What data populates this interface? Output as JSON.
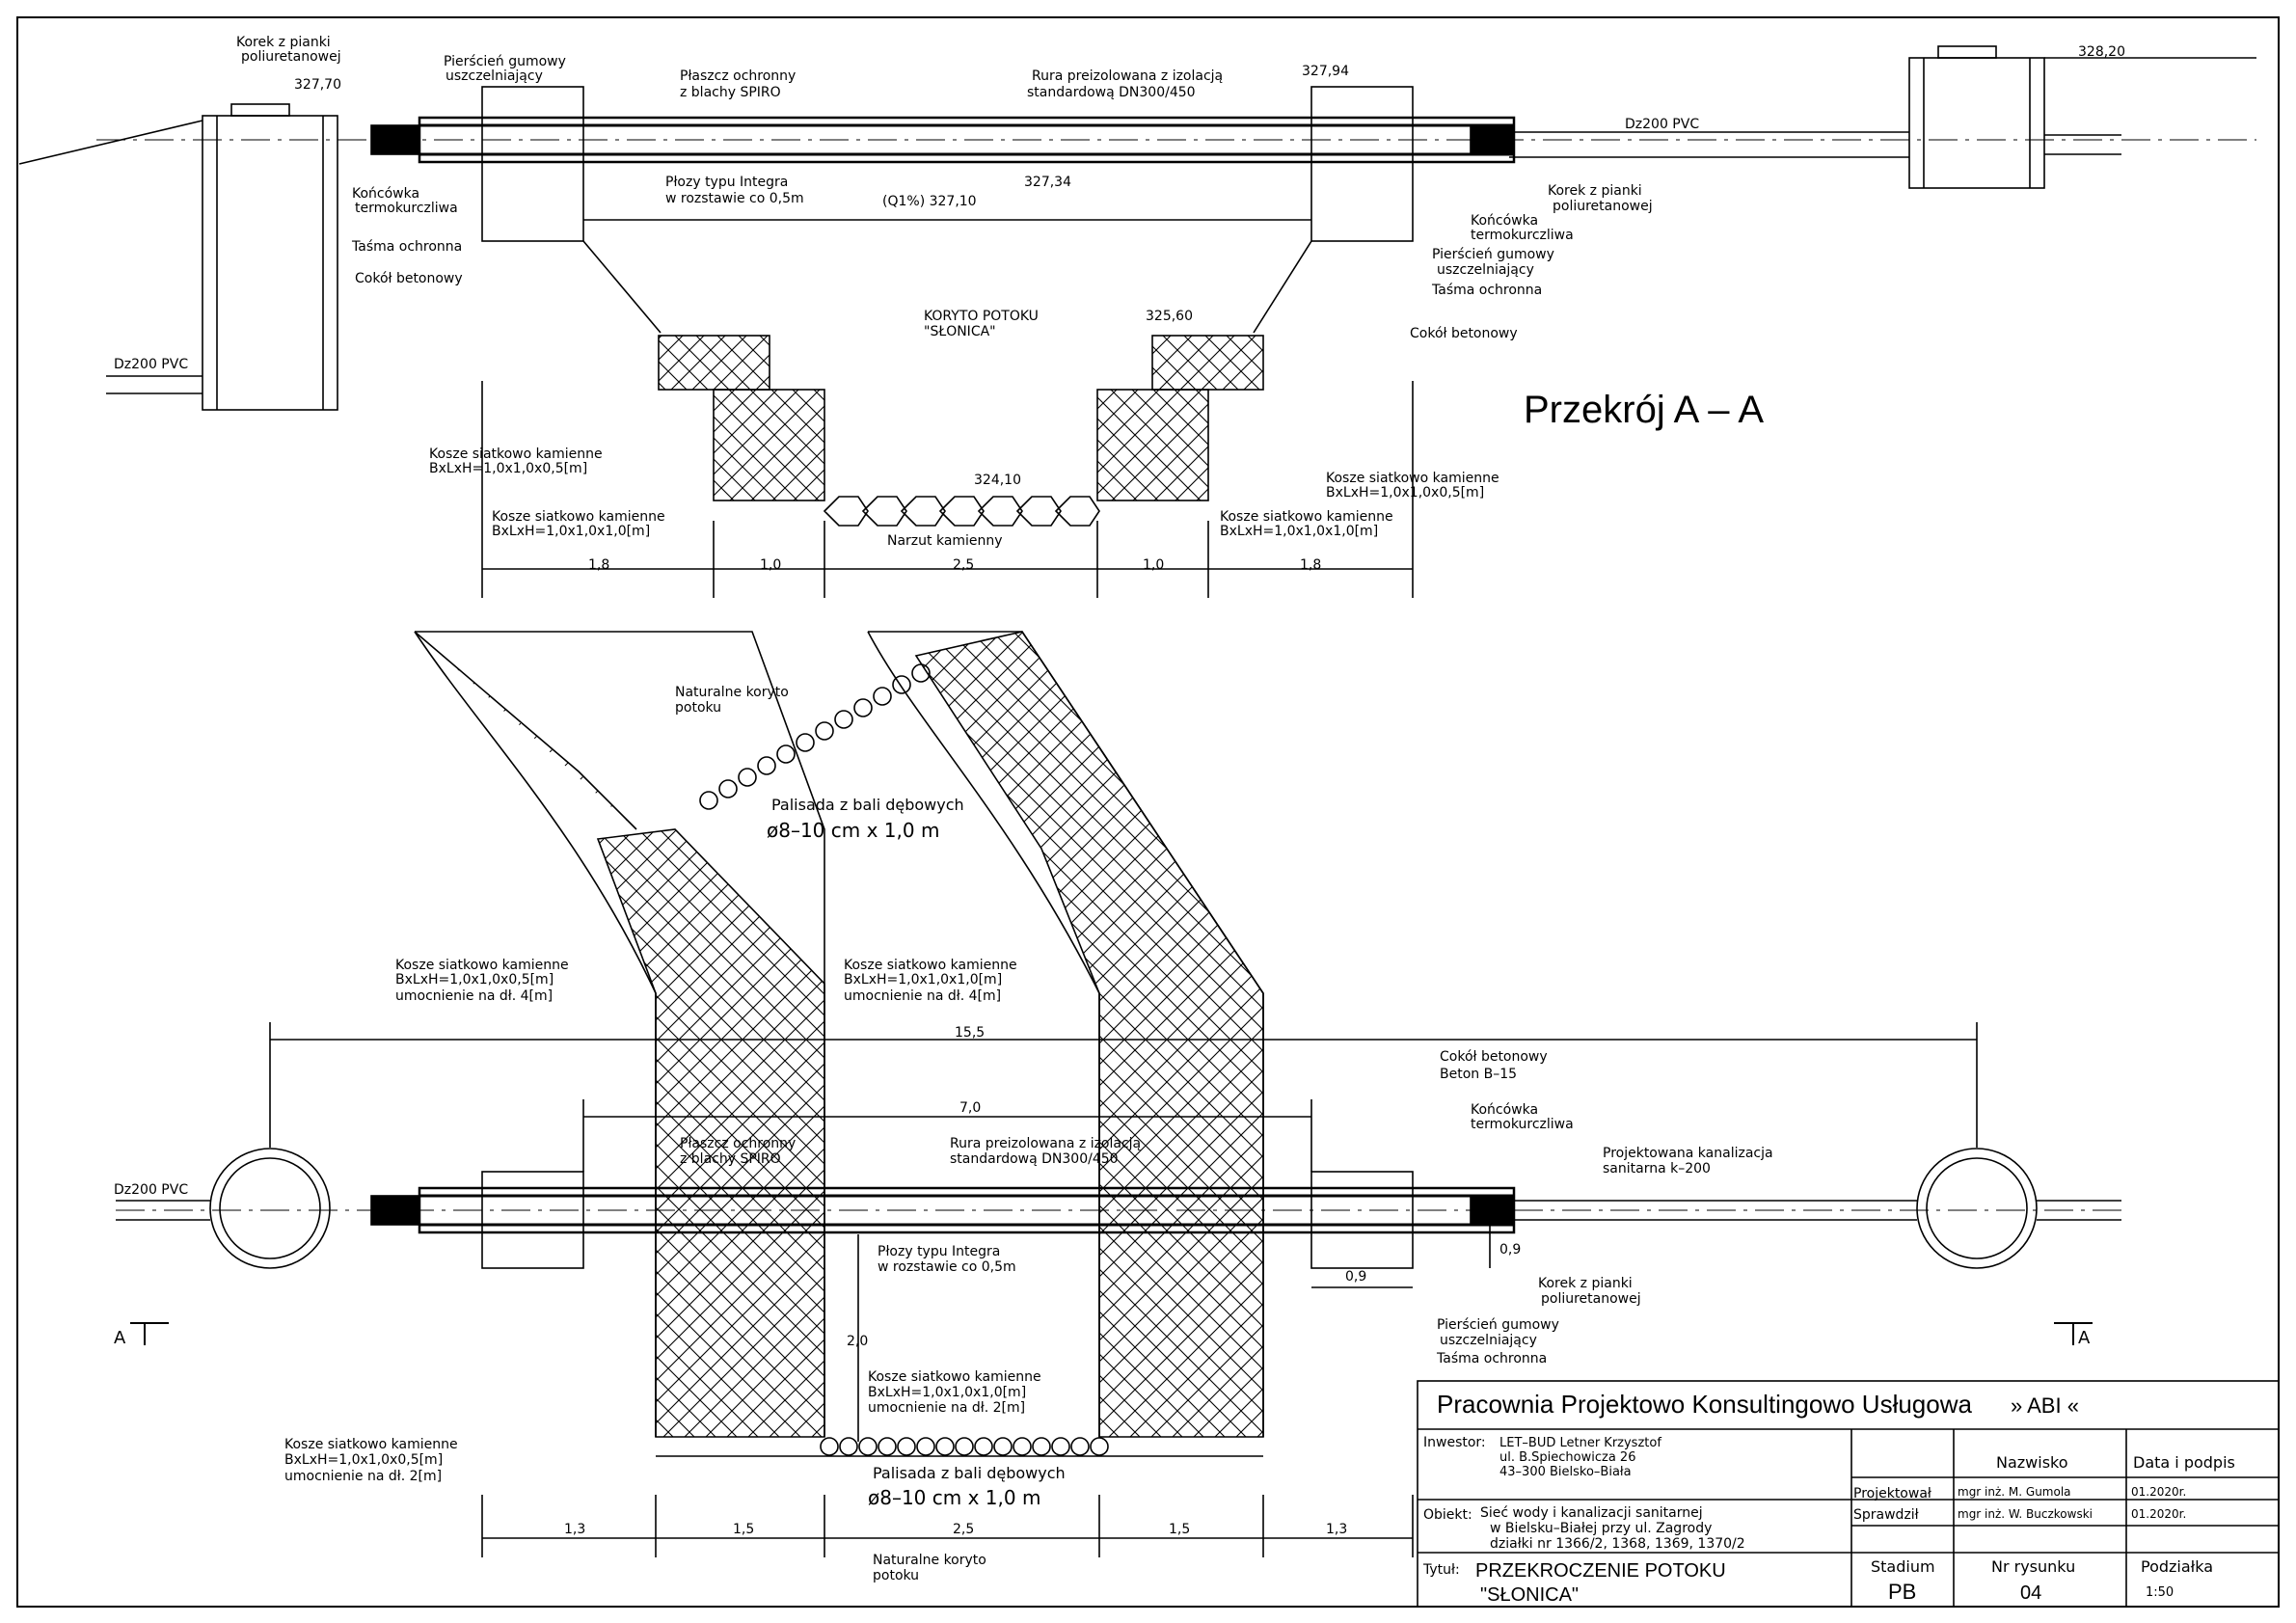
{
  "section_title": "Przekrój  A – A",
  "elevations": {
    "e1": "327,70",
    "e2": "327,94",
    "e3": "328,20",
    "e4": "327,34",
    "e5": "(Q1%) 327,10",
    "e6": "325,60",
    "e7": "324,10"
  },
  "labels": {
    "korek_l1": "Korek z pianki",
    "korek_l2": "poliuretanowej",
    "pierscien_l1": "Pierścień gumowy",
    "pierscien_l2": "uszczelniający",
    "plaszcz_l1": "Płaszcz ochronny",
    "plaszcz_l2": "z blachy SPIRO",
    "rura_l1": "Rura preizolowana z izolacją",
    "rura_l2": "standardową DN300/450",
    "koncowka_l1": "Końcówka",
    "koncowka_l2": "termokurczliwa",
    "tasma": "Taśma ochronna",
    "cokol": "Cokół betonowy",
    "plozy_l1": "Płozy typu Integra",
    "plozy_l2": "w rozstawie co 0,5m",
    "koryto_l1": "KORYTO POTOKU",
    "koryto_l2": "\"SŁONICA\"",
    "dz200": "Dz200 PVC",
    "kosze_l1": "Kosze siatkowo kamienne",
    "kosze_05": "BxLxH=1,0x1,0x0,5[m]",
    "kosze_10": "BxLxH=1,0x1,0x1,0[m]",
    "narzut": "Narzut kamienny",
    "naturalne_l1": "Naturalne koryto",
    "naturalne_l2": "potoku",
    "palisada_l1": "Palisada z bali dębowych",
    "palisada_l2": "ø8–10 cm x 1,0 m",
    "umoc_4": "umocnienie na dł. 4[m]",
    "umoc_2": "umocnienie na dł. 2[m]",
    "cokol_beton_l2": "Beton B–15",
    "projekt_kan_l1": "Projektowana kanalizacja",
    "projekt_kan_l2": "sanitarna k–200",
    "section_mark": "A"
  },
  "dims_top": [
    "1,8",
    "1,0",
    "2,5",
    "1,0",
    "1,8"
  ],
  "dims_bottom": [
    "1,3",
    "1,5",
    "2,5",
    "1,5",
    "1,3"
  ],
  "dims_plan": {
    "total": "15,5",
    "inner": "7,0",
    "d09a": "0,9",
    "d09b": "0,9",
    "d20": "2,0"
  },
  "title_block": {
    "company": "Pracownia Projektowo Konsultingowo Usługowa",
    "brand": "» ABI «",
    "investor_label": "Inwestor:",
    "investor_l1": "LET–BUD Letner Krzysztof",
    "investor_l2": "ul. B.Spiechowicza 26",
    "investor_l3": "43–300 Bielsko–Biała",
    "object_label": "Obiekt:",
    "object_l1": "Sieć wody i kanalizacji sanitarnej",
    "object_l2": "w Bielsku–Białej przy ul. Zagrody",
    "object_l3": "działki nr 1366/2, 1368, 1369, 1370/2",
    "title_label": "Tytuł:",
    "title_l1": "PRZEKROCZENIE POTOKU",
    "title_l2": "\"SŁONICA\"",
    "col_name": "Nazwisko",
    "col_date": "Data i podpis",
    "role1": "Projektował",
    "name1": "mgr inż. M. Gumola",
    "date1": "01.2020r.",
    "role2": "Sprawdził",
    "name2": "mgr inż. W. Buczkowski",
    "date2": "01.2020r.",
    "stadium_label": "Stadium",
    "stadium": "PB",
    "nr_label": "Nr rysunku",
    "nr": "04",
    "scale_label": "Podziałka",
    "scale": "1:50"
  }
}
